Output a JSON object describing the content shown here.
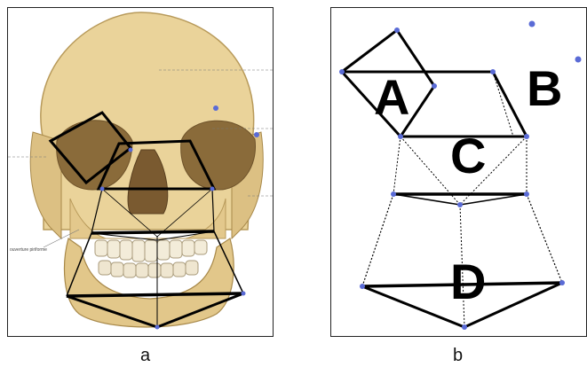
{
  "figure": {
    "panel_a": {
      "caption": "a",
      "side_label": "ouverture piriforme",
      "points_color": "#5a6bd6"
    },
    "panel_b": {
      "caption": "b",
      "regions": [
        "A",
        "B",
        "C",
        "D"
      ],
      "points_color": "#5a6bd6"
    }
  }
}
